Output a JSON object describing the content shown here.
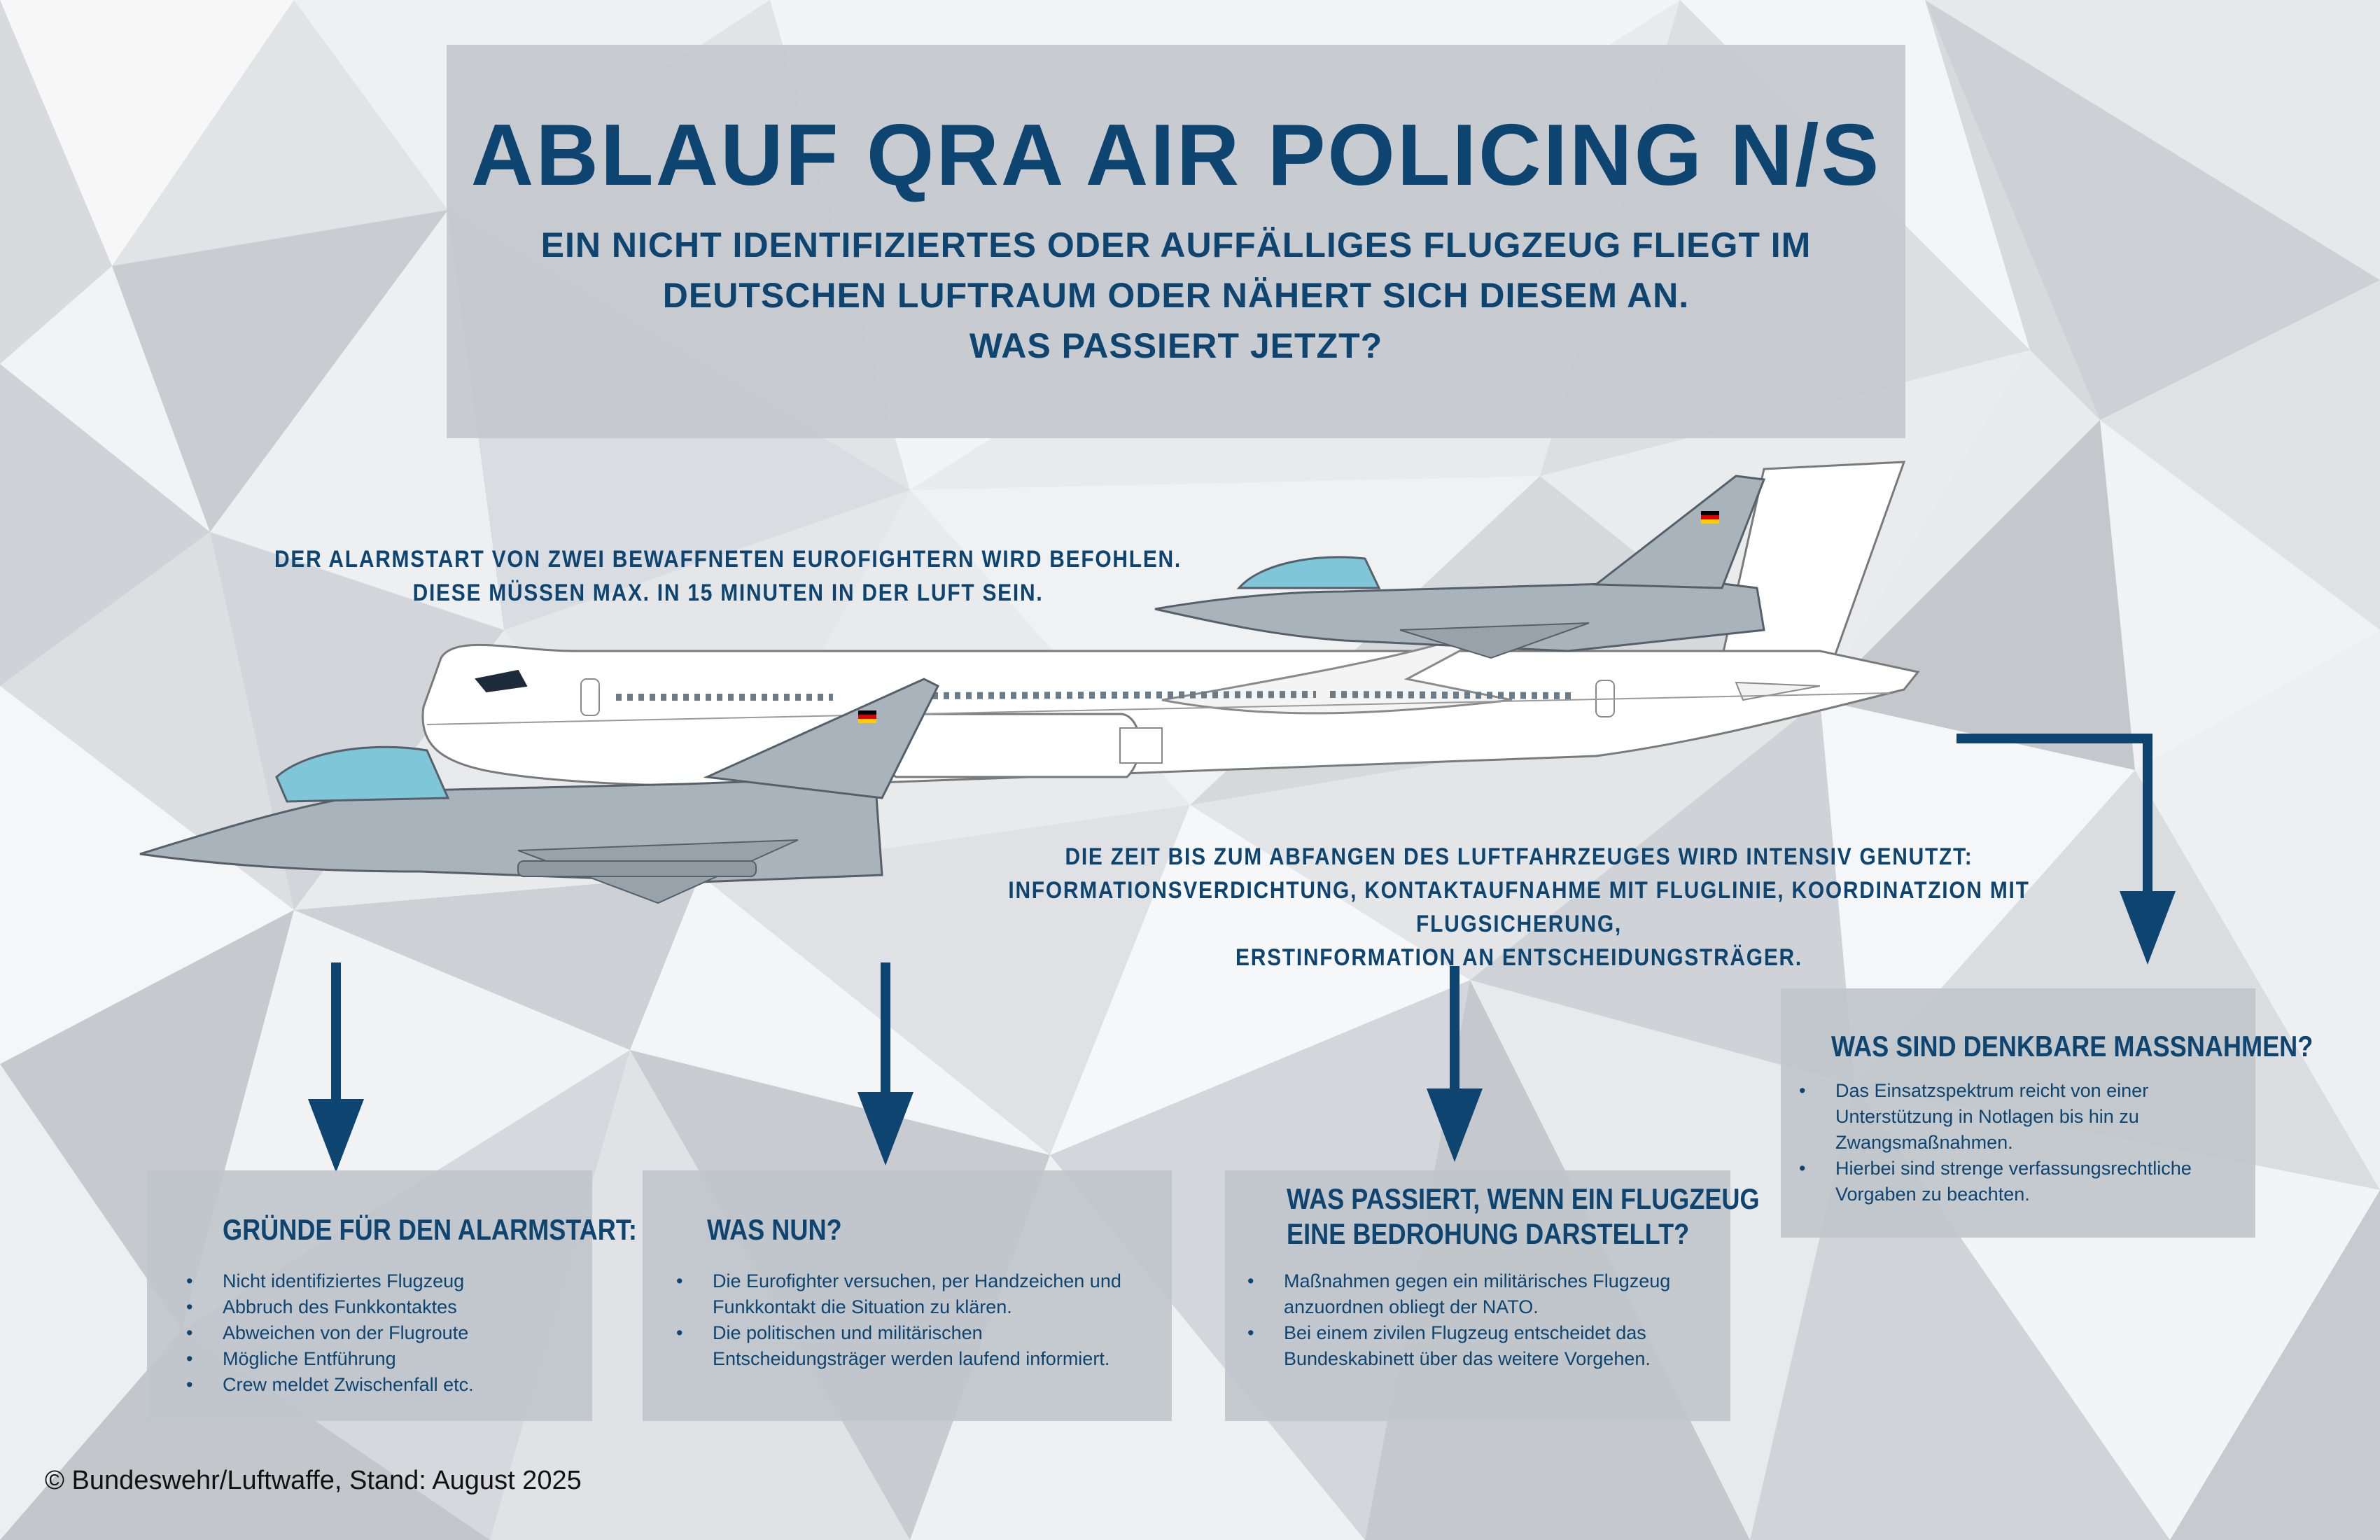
{
  "header": {
    "title": "ABLAUF QRA AIR POLICING N/S",
    "subtitle_lines": [
      "EIN NICHT IDENTIFIZIERTES ODER AUFFÄLLIGES FLUGZEUG FLIEGT IM",
      "DEUTSCHEN LUFTRAUM ODER NÄHERT SICH DIESEM AN.",
      "WAS PASSIERT JETZT?"
    ]
  },
  "notes": {
    "alarmstart": [
      "DER ALARMSTART VON ZWEI BEWAFFNETEN EUROFIGHTERN WIRD BEFOHLEN.",
      "DIESE MÜSSEN MAX. IN 15 MINUTEN IN DER LUFT SEIN."
    ],
    "zeit": [
      "DIE ZEIT BIS ZUM ABFANGEN DES LUFTFAHRZEUGES WIRD INTENSIV GENUTZT:",
      "INFORMATIONSVERDICHTUNG, KONTAKTAUFNAHME MIT FLUGLINIE, KOORDINATZION MIT FLUGSICHERUNG,",
      "ERSTINFORMATION AN ENTSCHEIDUNGSTRÄGER."
    ]
  },
  "boxes": {
    "gruende": {
      "title_lines": [
        "GRÜNDE FÜR DEN ALARMSTART:"
      ],
      "items": [
        "Nicht identifiziertes Flugzeug",
        "Abbruch des Funkkontaktes",
        "Abweichen von der Flugroute",
        "Mögliche Entführung",
        "Crew meldet Zwischenfall etc."
      ]
    },
    "was_nun": {
      "title_lines": [
        "WAS NUN?"
      ],
      "items": [
        "Die Eurofighter versuchen, per Handzeichen und Funkkontakt die Situation zu klären.",
        "Die politischen und militärischen Entscheidungsträger werden laufend informiert."
      ]
    },
    "bedrohung": {
      "title_lines": [
        "WAS PASSIERT, WENN EIN FLUGZEUG",
        "EINE BEDROHUNG DARSTELLT?"
      ],
      "items": [
        "Maßnahmen gegen ein militärisches Flugzeug anzuordnen obliegt der NATO.",
        "Bei einem zivilen Flugzeug entscheidet das Bundeskabinett über das weitere Vorgehen."
      ]
    },
    "massnahmen": {
      "title_lines": [
        "WAS SIND DENKBARE MASSNAHMEN?"
      ],
      "items": [
        "Das Einsatzspektrum reicht von einer Unterstützung in Notlagen bis hin zu Zwangsmaßnahmen.",
        "Hierbei sind strenge verfassungsrechtliche Vorgaben zu beachten."
      ]
    }
  },
  "credit": "© Bundeswehr/Luftwaffe, Stand: August 2025",
  "colors": {
    "navy": "#0d4470",
    "box_grey": "#c0c5cb",
    "jet_grey": "#a9b3bb",
    "canopy": "#7fc6d8",
    "airliner": "#ffffff"
  }
}
